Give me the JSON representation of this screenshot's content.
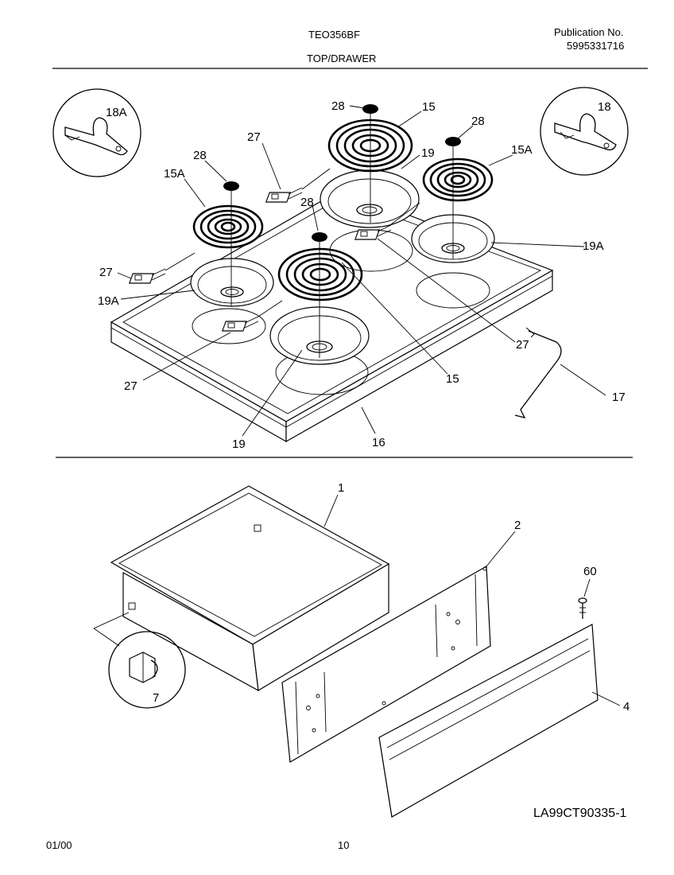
{
  "header": {
    "model": "TEO356BF",
    "section": "TOP/DRAWER",
    "publication_label": "Publication No.",
    "publication_number": "5995331716"
  },
  "footer": {
    "date": "01/00",
    "page": "10",
    "drawing_id": "LA99CT90335-1"
  },
  "callouts": {
    "c18A": "18A",
    "c18": "18",
    "c28a": "28",
    "c15a": "15",
    "c28b": "28",
    "c15A_right": "15A",
    "c19a": "19",
    "c27a": "27",
    "c28c": "28",
    "c15A_left": "15A",
    "c28d": "28",
    "c19A_right": "19A",
    "c27b": "27",
    "c19A_left": "19A",
    "c27c": "27",
    "c27d": "27",
    "c15b": "15",
    "c17": "17",
    "c19b": "19",
    "c16": "16",
    "c1": "1",
    "c2": "2",
    "c60": "60",
    "c7": "7",
    "c4": "4"
  }
}
